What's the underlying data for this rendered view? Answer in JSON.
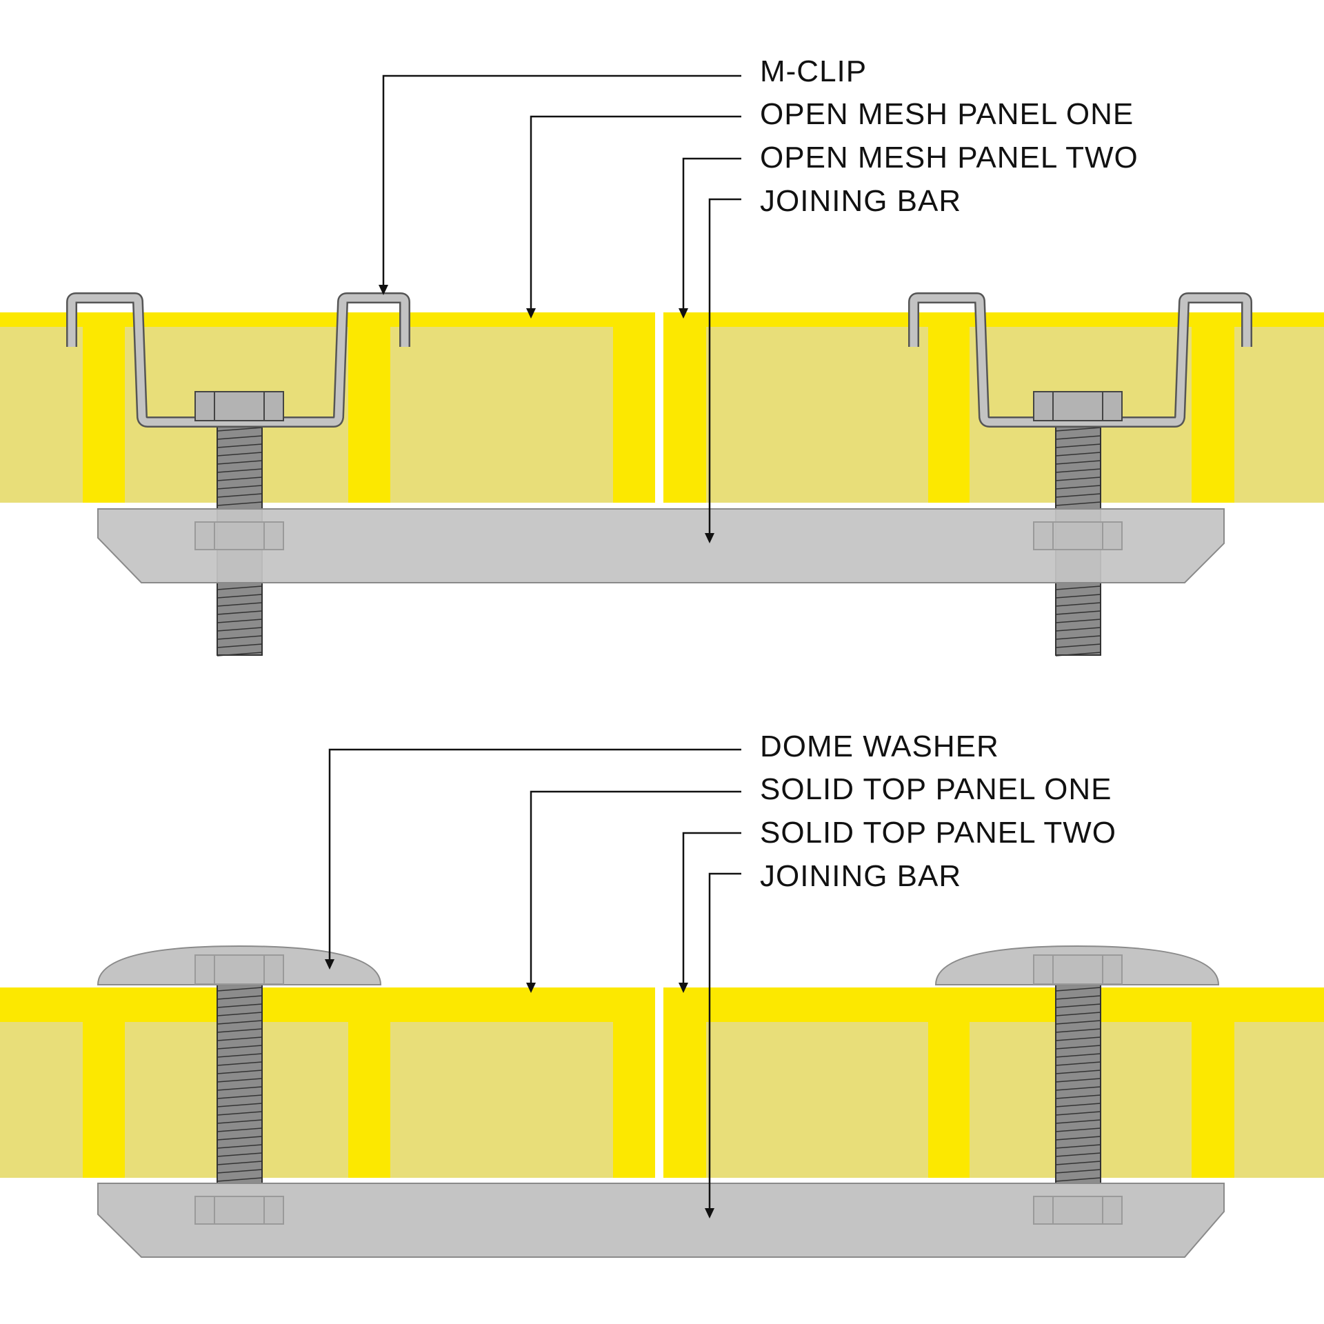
{
  "diagrams": [
    {
      "id": "open-mesh",
      "callouts": [
        {
          "label": "M-CLIP",
          "target": "m-clip"
        },
        {
          "label": "OPEN MESH PANEL ONE",
          "target": "panel-one"
        },
        {
          "label": "OPEN MESH PANEL TWO",
          "target": "panel-two"
        },
        {
          "label": "JOINING BAR",
          "target": "joining-bar"
        }
      ],
      "fastener": "m-clip"
    },
    {
      "id": "solid-top",
      "callouts": [
        {
          "label": "DOME WASHER",
          "target": "dome-washer"
        },
        {
          "label": "SOLID TOP PANEL ONE",
          "target": "panel-one"
        },
        {
          "label": "SOLID TOP PANEL TWO",
          "target": "panel-two"
        },
        {
          "label": "JOINING BAR",
          "target": "joining-bar"
        }
      ],
      "fastener": "dome-washer"
    }
  ],
  "colors": {
    "panel_fill": "#e8de79",
    "panel_bar": "#fce800",
    "metal": "#c4c4c4",
    "metal_edge": "#8a8a8a",
    "bolt": "#8c8c8c",
    "line": "#111111"
  },
  "icons": [
    "m-clip-icon",
    "dome-washer-icon",
    "hex-nut-icon",
    "threaded-bolt-icon",
    "joining-bar-icon"
  ]
}
